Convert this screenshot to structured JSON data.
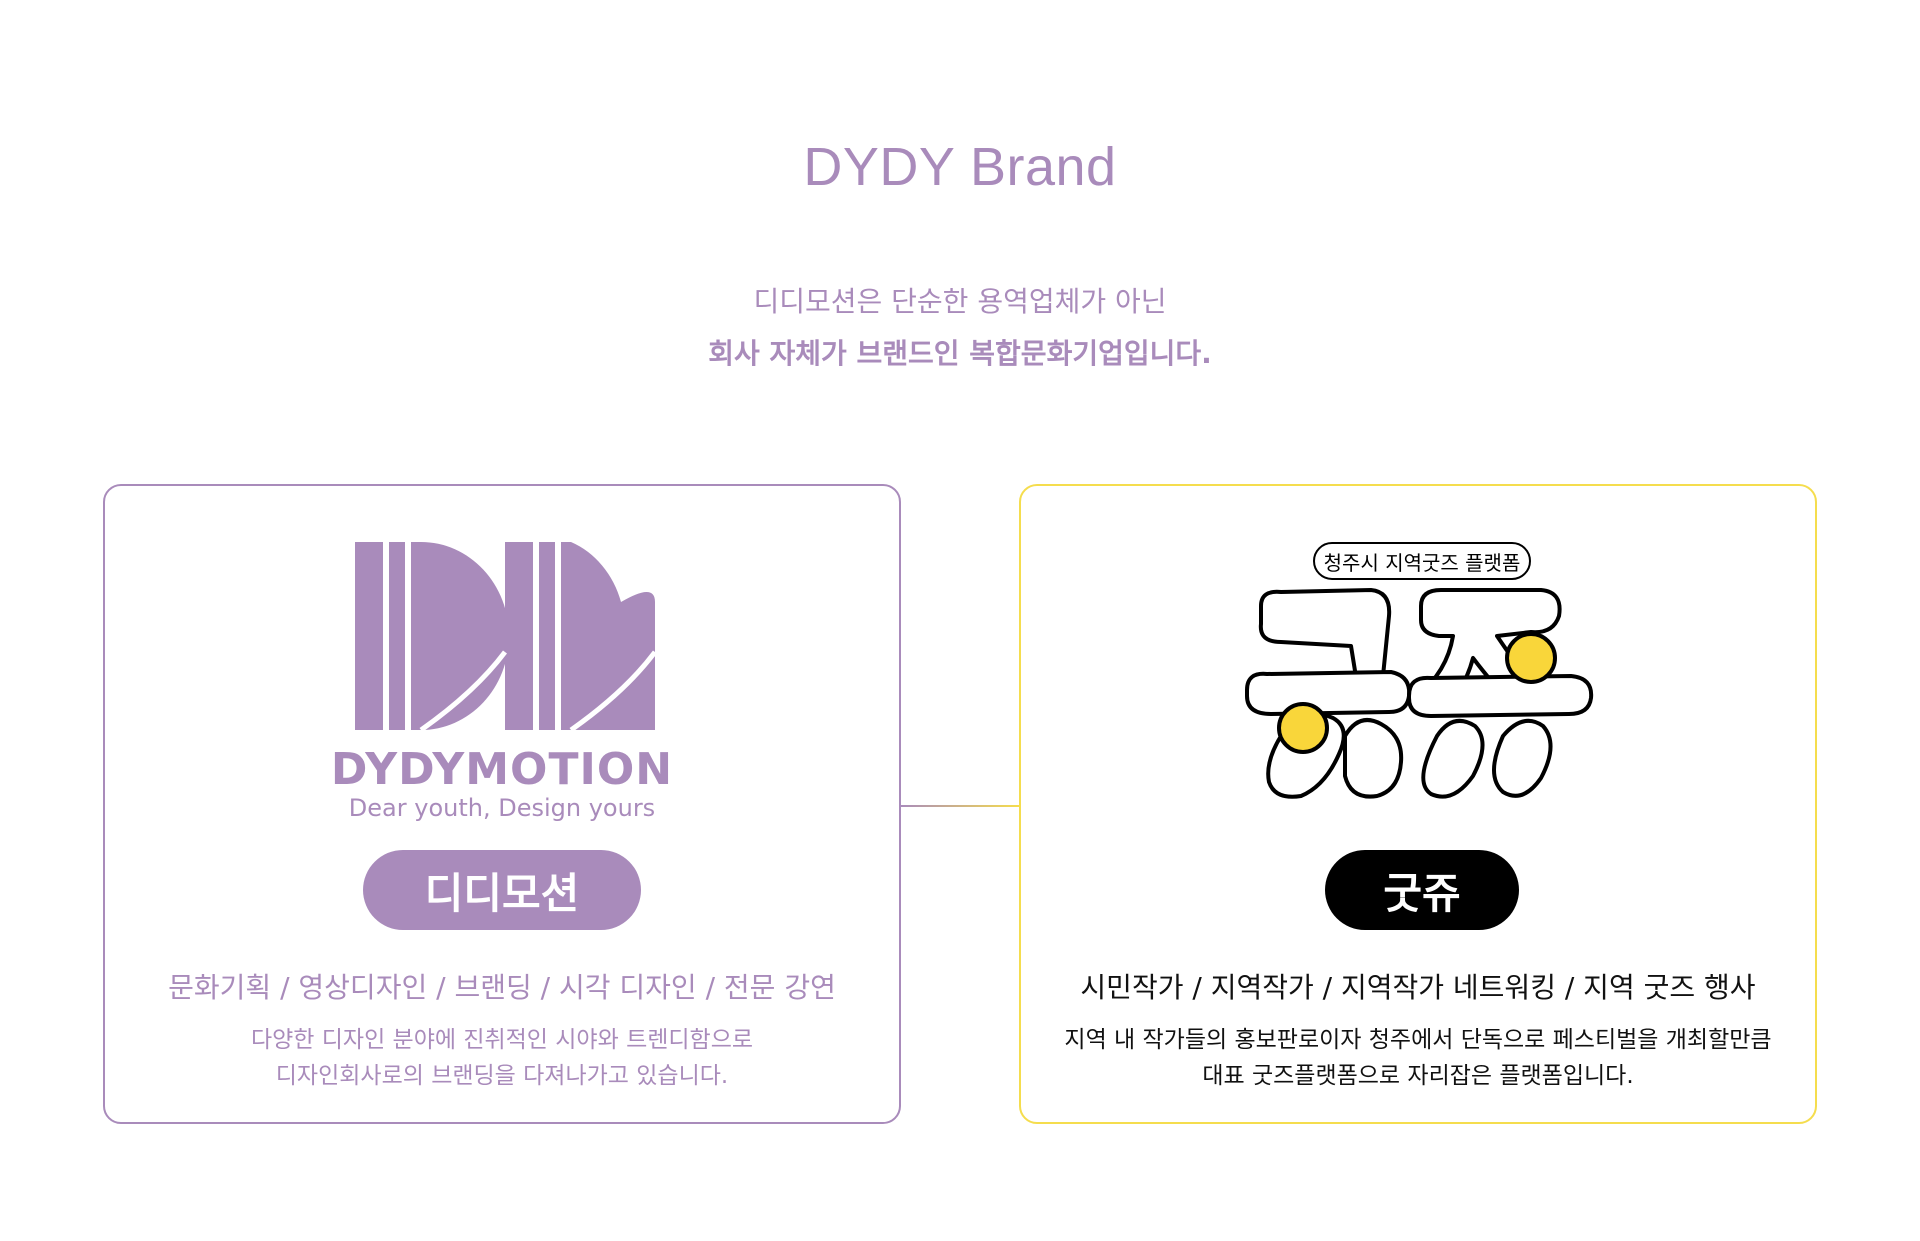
{
  "header": {
    "title": "DYDY Brand",
    "intro_line1": "디디모션은 단순한 용역업체가 아닌",
    "intro_line2": "회사 자체가 브랜드인 복합문화기업입니다."
  },
  "brands": [
    {
      "logo_wordmark": "DYDYMOTION",
      "logo_tagline": "Dear youth, Design yours",
      "name": "디디모션",
      "tags": "문화기획 / 영상디자인 / 브랜딩 / 시각 디자인 / 전문 강연",
      "desc_line1": "다양한 디자인 분야에 진취적인 시야와 트렌디함으로",
      "desc_line2": "디자인회사로의 브랜딩을 다져나가고 있습니다."
    },
    {
      "logo_badge": "청주시 지역굿즈 플랫폼",
      "logo_text": "굿쥬",
      "name": "굿쥬",
      "tags": "시민작가 / 지역작가 / 지역작가 네트워킹 / 지역 굿즈 행사",
      "desc_line1": "지역 내 작가들의 홍보판로이자 청주에서 단독으로 페스티벌을 개최할만큼",
      "desc_line2": "대표 굿즈플랫폼으로 자리잡은 플랫폼입니다."
    }
  ],
  "colors": {
    "purple": "#a98bbb",
    "yellow": "#f5dd4e",
    "black": "#000000"
  },
  "icons": {
    "left_logo": "dd-monogram-icon",
    "right_logo": "goodju-bubble-logo-icon"
  }
}
